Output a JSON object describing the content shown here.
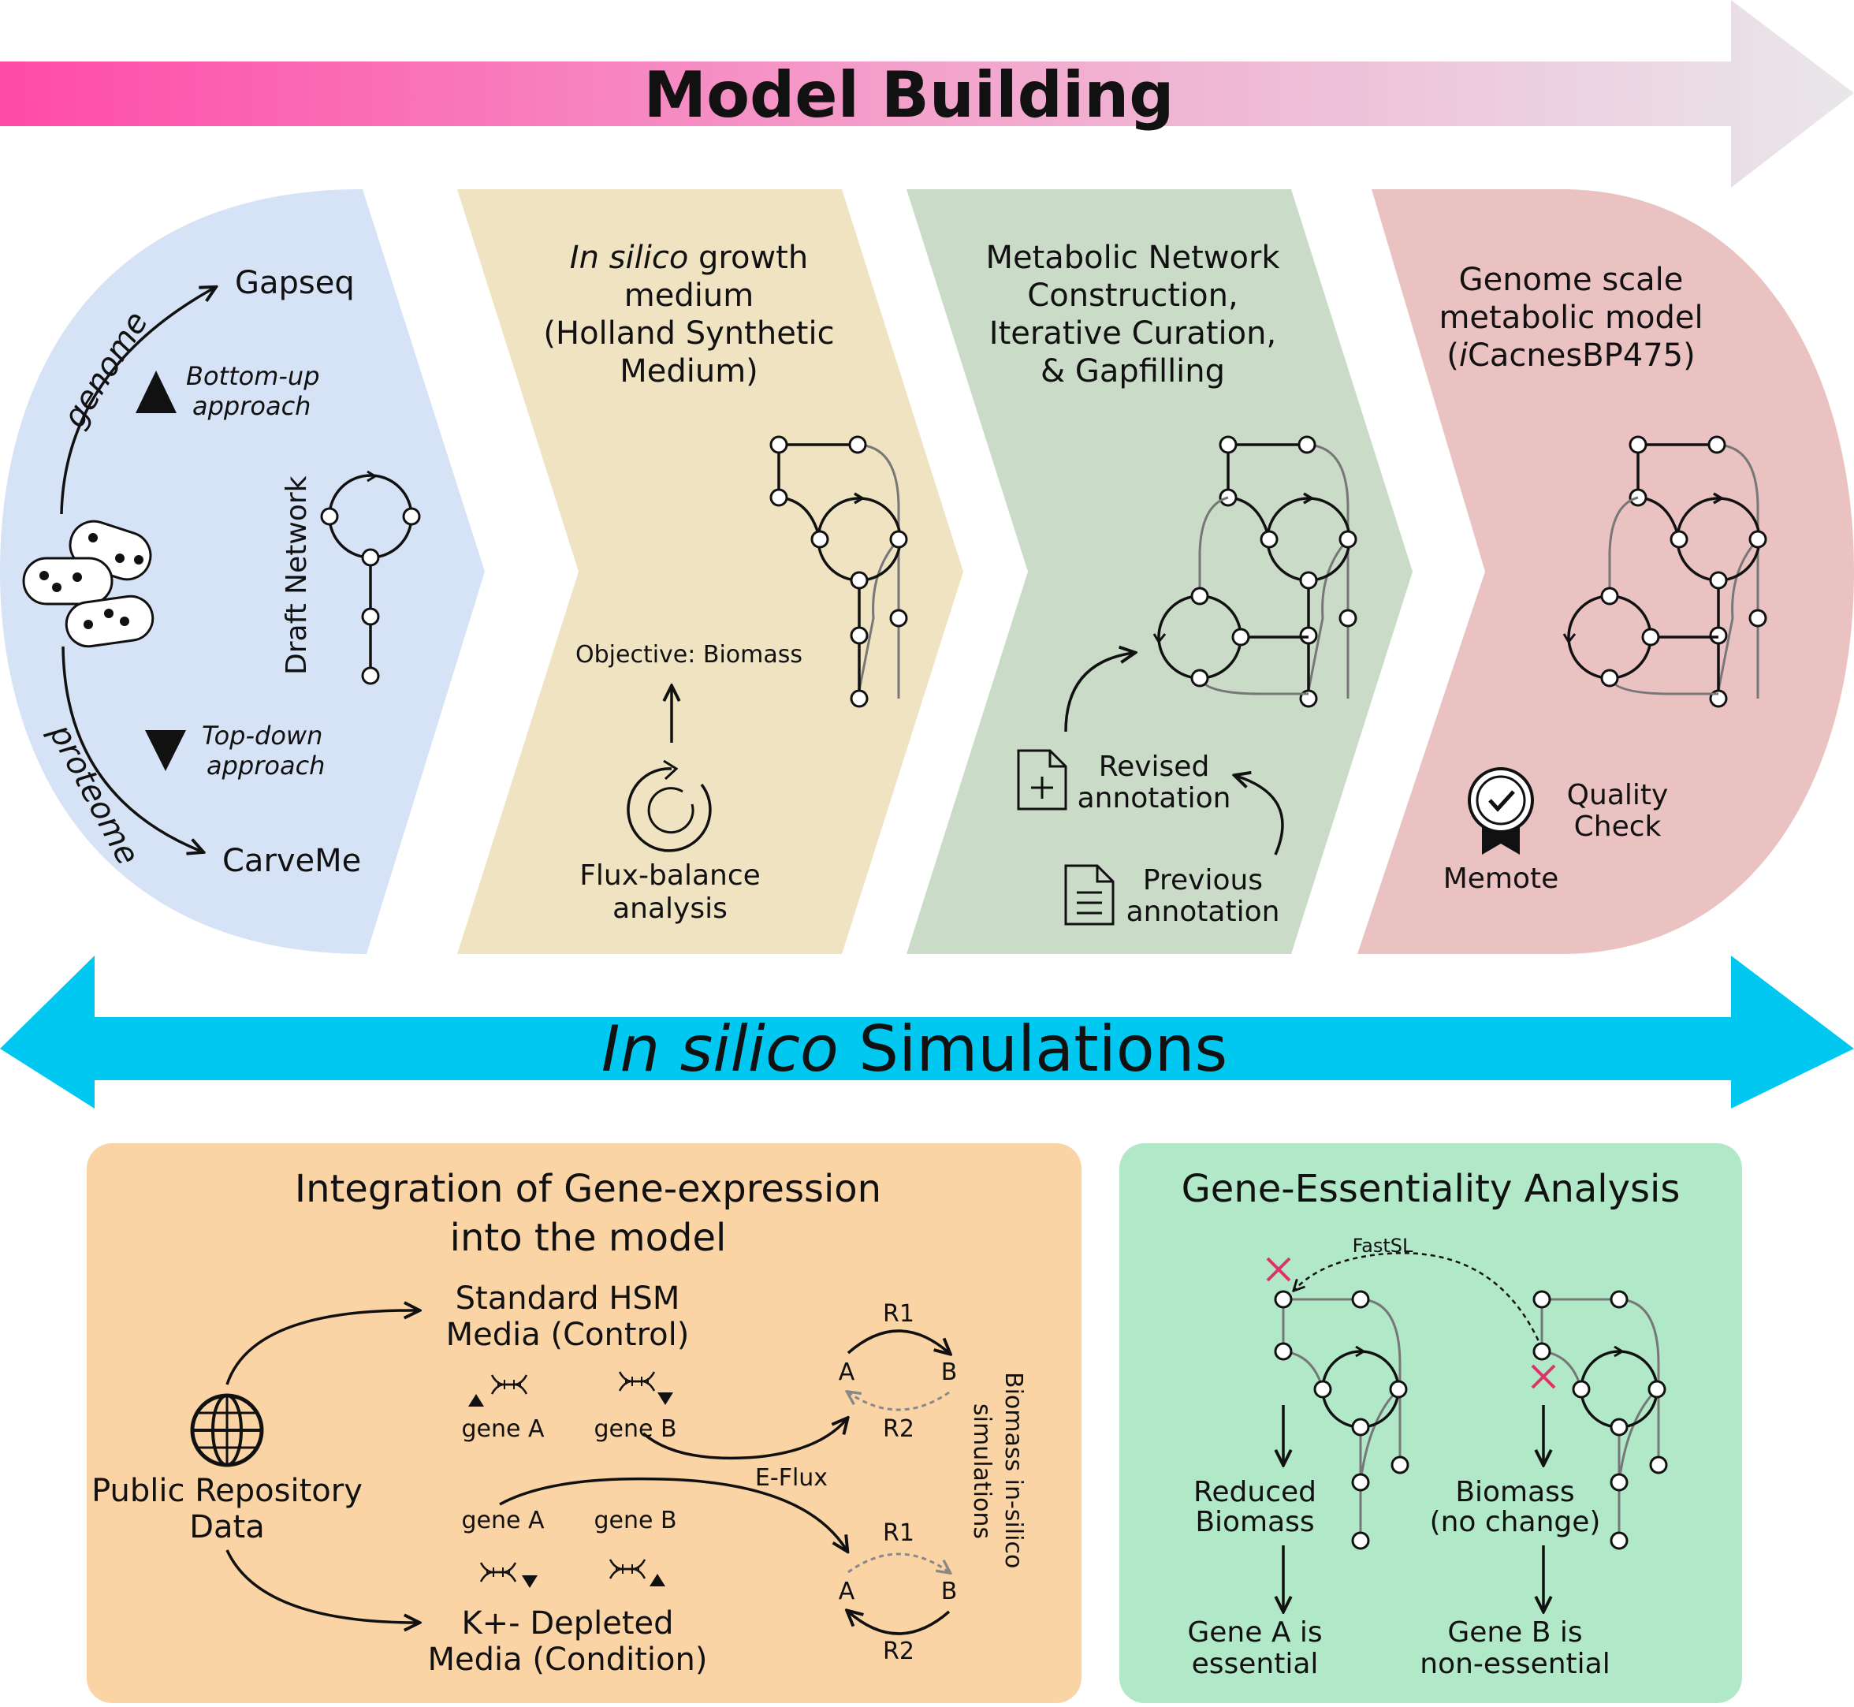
{
  "top_banner": {
    "title": "Model Building"
  },
  "sim_banner": {
    "title_italic": "In silico",
    "title_rest": " Simulations"
  },
  "stage1": {
    "gapseq": "Gapseq",
    "carveme": "CarveMe",
    "genome": "genome",
    "proteome": "proteome",
    "bottom_up_1": "Bottom-up",
    "bottom_up_2": "approach",
    "top_down_1": "Top-down",
    "top_down_2": "approach",
    "draft_network": "Draft Network"
  },
  "stage2": {
    "title_italic": "In silico",
    "title_line1_rest": " growth",
    "title_line2": "medium",
    "title_line3": "(Holland Synthetic",
    "title_line4": "Medium)",
    "objective": "Objective: Biomass",
    "fba_1": "Flux-balance",
    "fba_2": "analysis"
  },
  "stage3": {
    "title_line1": "Metabolic Network",
    "title_line2": "Construction,",
    "title_line3": "Iterative Curation,",
    "title_line4": "& Gapfilling",
    "revised_1": "Revised",
    "revised_2": "annotation",
    "previous_1": "Previous",
    "previous_2": "annotation"
  },
  "stage4": {
    "title_line1": "Genome scale",
    "title_line2": "metabolic model",
    "title_line3_open": "(",
    "title_line3_i": "i",
    "title_line3_rest": "CacnesBP475)",
    "quality_1": "Quality",
    "quality_2": "Check",
    "memote": "Memote"
  },
  "gene_expression": {
    "title_1": "Integration of Gene-expression",
    "title_2": "into the model",
    "repo_1": "Public Repository",
    "repo_2": "Data",
    "std_1": "Standard HSM",
    "std_2": "Media (Control)",
    "kdep_1": "K+- Depleted",
    "kdep_2": "Media (Condition)",
    "gene_a": "gene A",
    "gene_b": "gene B",
    "eflux": "E-Flux",
    "r1": "R1",
    "r2": "R2",
    "a": "A",
    "b": "B",
    "biomass_sim_1": "Biomass in-silico",
    "biomass_sim_2": "simulations"
  },
  "gene_essentiality": {
    "title": "Gene-Essentiality Analysis",
    "fastsl": "FastSL",
    "reduced_1": "Reduced",
    "reduced_2": "Biomass",
    "nochange_1": "Biomass",
    "nochange_2": "(no change)",
    "gene_a_1": "Gene A is",
    "gene_a_2": "essential",
    "gene_b_1": "Gene B is",
    "gene_b_2": "non-essential"
  },
  "colors": {
    "stage1": "#d6e2f5",
    "stage2": "#efe3c2",
    "stage3": "#cadcc8",
    "stage4": "#ebc2c2",
    "orange_panel": "#fad4a4",
    "green_panel": "#b0e8c8",
    "cyan_arrow": "#00c8f0",
    "pink_start": "#ff48a8",
    "cross": "#e0306a"
  }
}
